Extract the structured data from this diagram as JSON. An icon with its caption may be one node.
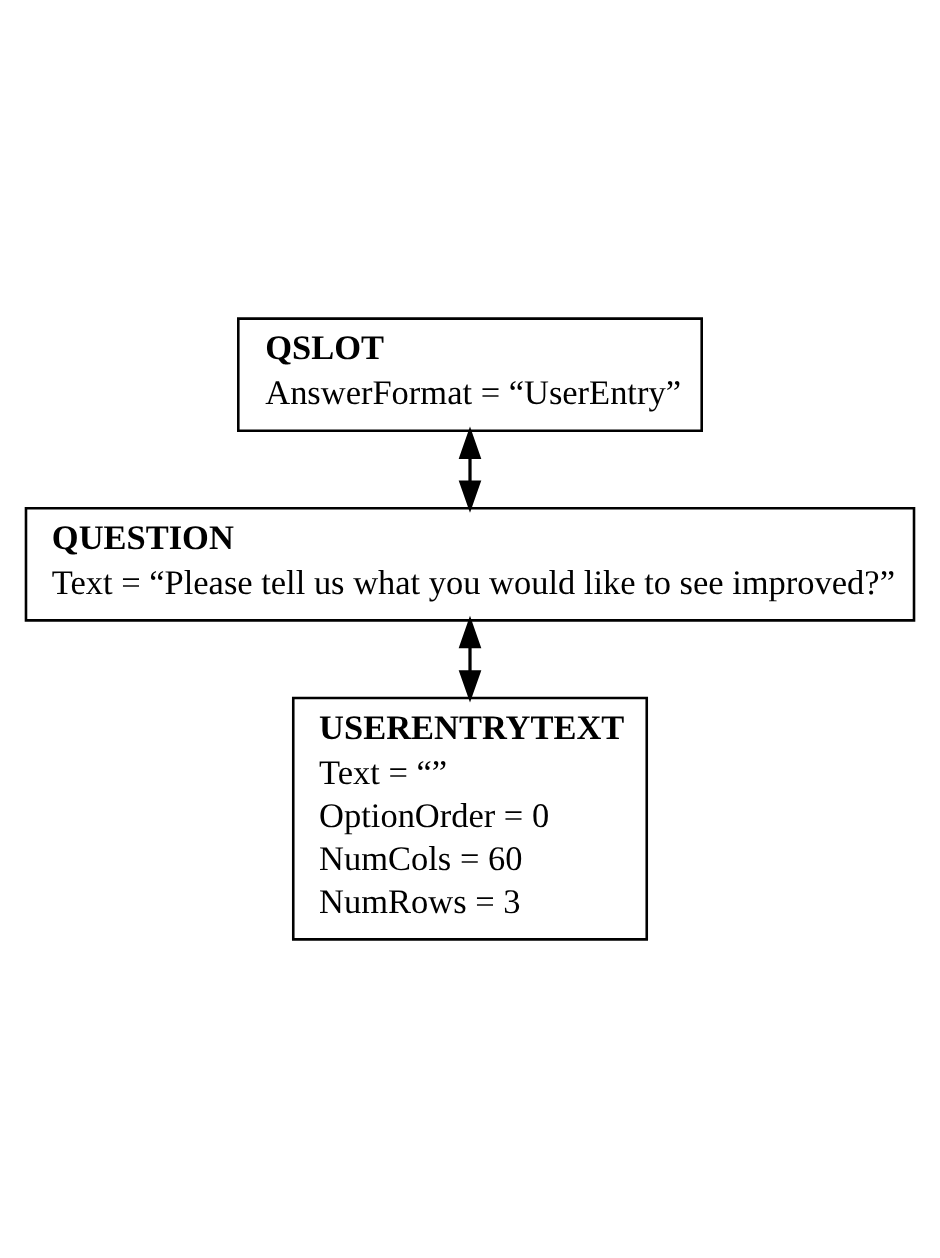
{
  "diagram": {
    "nodes": [
      {
        "text": [
          "QSLOT",
          "AnswerFormat = “UserEntry”"
        ]
      },
      {
        "text": [
          "QUESTION",
          "Text = “Please tell us what you would like to see improved?”"
        ]
      },
      {
        "text": [
          "USERENTRYTEXT",
          "Text = “”",
          "OptionOrder = 0",
          "NumCols = 60",
          "NumRows = 3"
        ]
      }
    ],
    "edges": [
      {
        "from": 0,
        "to": 1,
        "arrow": "both"
      },
      {
        "from": 1,
        "to": 2,
        "arrow": "both"
      }
    ]
  }
}
